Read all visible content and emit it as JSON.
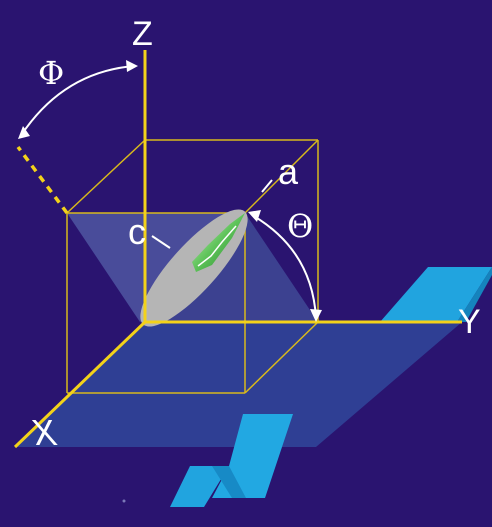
{
  "axes": {
    "z_label": "Z",
    "y_label": "Y",
    "x_label": "X"
  },
  "angles": {
    "phi_label": "Φ",
    "theta_label": "Θ"
  },
  "semi_axes": {
    "a_label": "a",
    "c_label": "c"
  },
  "colors": {
    "background": "#2a1470",
    "axis_yellow": "#f3d21a",
    "box_lines": "#d8b91c",
    "ground_plane": "#2e3f93",
    "solar_panel": "#21a4df",
    "ellipsoid": "#b3b3b3",
    "needle": "#3db33d",
    "plane_wedge": "#5a61a8"
  }
}
